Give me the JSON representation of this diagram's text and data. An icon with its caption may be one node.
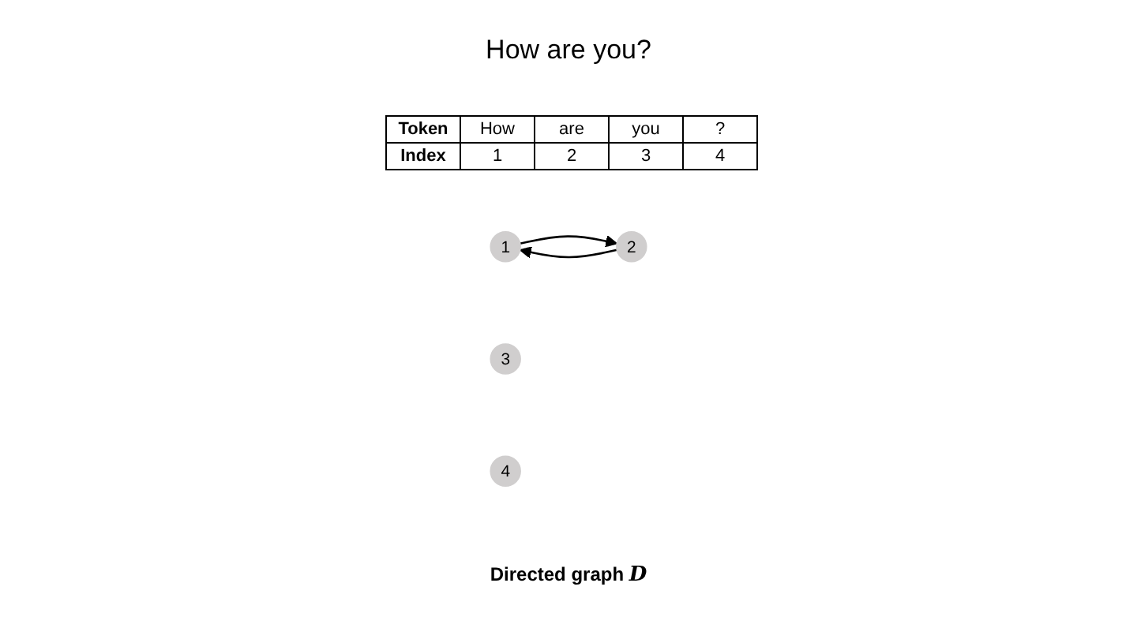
{
  "diagram": {
    "title": "How are you?",
    "caption": "Directed graph *D*",
    "nodes": [
      {
        "text": [
          "1"
        ]
      },
      {
        "text": [
          "2"
        ]
      },
      {
        "text": [
          "3"
        ]
      },
      {
        "text": [
          "4"
        ]
      }
    ],
    "edges": [
      {
        "from": 0,
        "to": 1,
        "arrow": "to"
      },
      {
        "from": 1,
        "to": 0,
        "arrow": "to"
      }
    ],
    "labels": [
      "Token",
      "How",
      "are",
      "you",
      "?",
      "Index",
      "1",
      "2",
      "3",
      "4"
    ]
  }
}
